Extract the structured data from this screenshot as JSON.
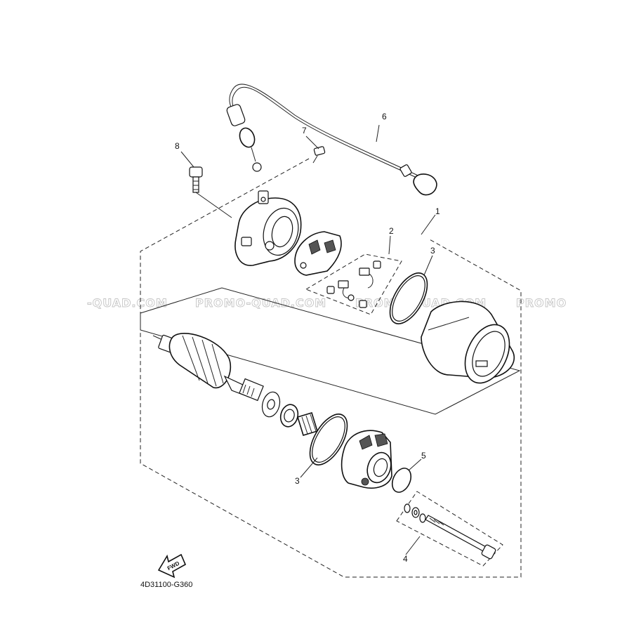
{
  "watermark": {
    "texts": [
      "-QUAD.COM",
      "PROMO-QUAD.COM",
      "PROMO-QUAD.COM",
      "PROMO"
    ]
  },
  "diagram": {
    "code": "4D31100-G360",
    "direction_label": "FWD",
    "callouts": [
      {
        "id": "c1",
        "label": "1"
      },
      {
        "id": "c2",
        "label": "2"
      },
      {
        "id": "c3a",
        "label": "3"
      },
      {
        "id": "c3b",
        "label": "3"
      },
      {
        "id": "c4",
        "label": "4"
      },
      {
        "id": "c5",
        "label": "5"
      },
      {
        "id": "c6",
        "label": "6"
      },
      {
        "id": "c7",
        "label": "7"
      },
      {
        "id": "c8",
        "label": "8"
      }
    ]
  }
}
